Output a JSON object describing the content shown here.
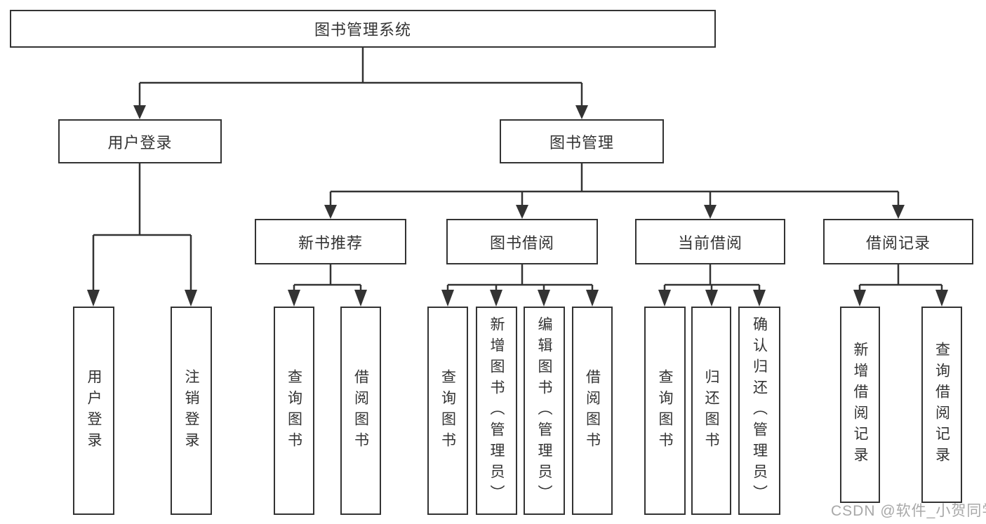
{
  "diagram": {
    "root": {
      "label": "图书管理系统"
    },
    "user_login": {
      "label": "用户登录",
      "children": [
        {
          "label": "用户登录"
        },
        {
          "label": "注销登录"
        }
      ]
    },
    "book_mgmt": {
      "label": "图书管理"
    },
    "new_book": {
      "label": "新书推荐",
      "children": [
        {
          "label": "查询图书"
        },
        {
          "label": "借阅图书"
        }
      ]
    },
    "borrow": {
      "label": "图书借阅",
      "children": [
        {
          "label": "查询图书"
        },
        {
          "label": "新增图书（管理员）"
        },
        {
          "label": "编辑图书（管理员）"
        },
        {
          "label": "借阅图书"
        }
      ]
    },
    "current": {
      "label": "当前借阅",
      "children": [
        {
          "label": "查询图书"
        },
        {
          "label": "归还图书"
        },
        {
          "label": "确认归还（管理员）"
        }
      ]
    },
    "records": {
      "label": "借阅记录",
      "children": [
        {
          "label": "新增借阅记录"
        },
        {
          "label": "查询借阅记录"
        }
      ]
    },
    "line_color": "#333333"
  },
  "watermark": {
    "text": "CSDN @软件_小贺同学"
  }
}
